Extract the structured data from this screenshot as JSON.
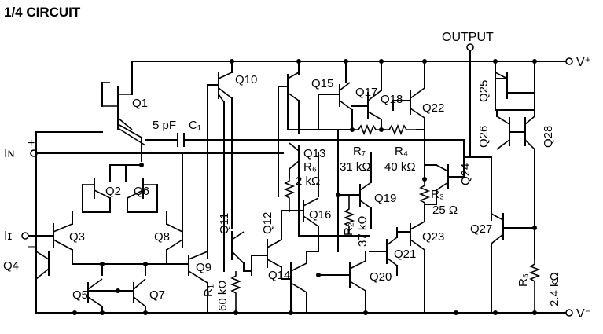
{
  "title": "1/4 CIRCUIT",
  "terminals": {
    "output": "OUTPUT",
    "v_plus": "V⁺",
    "v_minus": "V⁻",
    "in_plus": "Iɴ",
    "in_plus_sign": "+",
    "in_minus": "Iɪ",
    "in_minus_sign": "–"
  },
  "transistors": [
    "Q1",
    "Q2",
    "Q3",
    "Q4",
    "Q5",
    "Q6",
    "Q7",
    "Q8",
    "Q9",
    "Q10",
    "Q11",
    "Q12",
    "Q13",
    "Q14",
    "Q15",
    "Q16",
    "Q17",
    "Q18",
    "Q19",
    "Q20",
    "Q21",
    "Q22",
    "Q23",
    "Q24",
    "Q25",
    "Q26",
    "Q27",
    "Q28"
  ],
  "capacitor": {
    "value": "5 pF",
    "name": "C₁"
  },
  "resistors": {
    "r1": {
      "name": "R₁",
      "value": "60 kΩ"
    },
    "r2": {
      "name": "R₂",
      "value": "37 kΩ"
    },
    "r3": {
      "name": "R₃",
      "value": "25 Ω"
    },
    "r4": {
      "name": "R₄",
      "value": "40 kΩ"
    },
    "r5": {
      "name": "R₅",
      "value": "2.4 kΩ"
    },
    "r6": {
      "name": "R₆",
      "value": "2 kΩ"
    },
    "r7": {
      "name": "R₇",
      "value": "31 kΩ"
    }
  }
}
